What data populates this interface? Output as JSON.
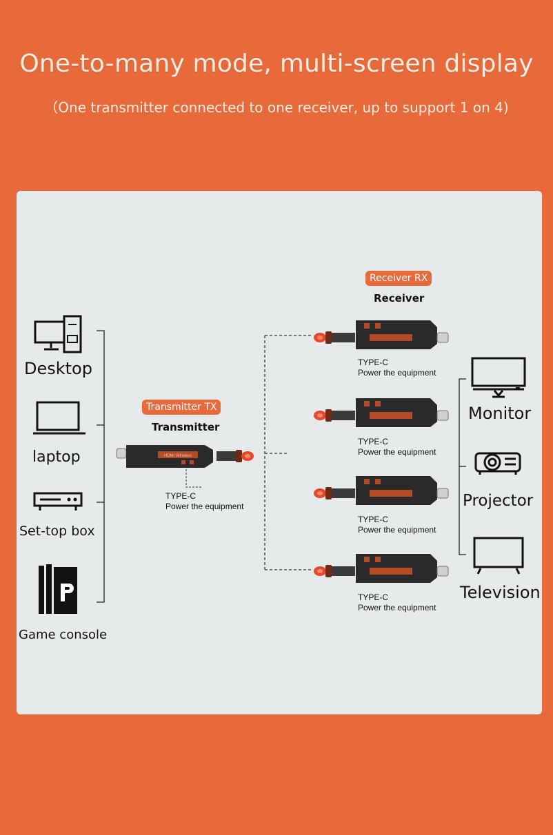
{
  "header": {
    "title": "One-to-many mode, multi-screen display",
    "subtitle": "（One transmitter connected to one receiver, up to support 1 on 4)"
  },
  "sources": [
    {
      "label": "Desktop",
      "icon": "desktop-icon"
    },
    {
      "label": "laptop",
      "icon": "laptop-icon"
    },
    {
      "label": "Set-top box",
      "icon": "set-top-box-icon"
    },
    {
      "label": "Game console",
      "icon": "game-console-icon"
    }
  ],
  "transmitter": {
    "tag": "Transmitter TX",
    "label": "Transmitter",
    "port": "TYPE-C",
    "power": "Power the equipment",
    "body_text": "HDMI Wireless"
  },
  "receiver": {
    "tag": "Receiver RX",
    "label": "Receiver",
    "units": [
      {
        "port": "TYPE-C",
        "power": "Power the equipment"
      },
      {
        "port": "TYPE-C",
        "power": "Power the equipment"
      },
      {
        "port": "TYPE-C",
        "power": "Power the equipment"
      },
      {
        "port": "TYPE-C",
        "power": "Power the equipment"
      }
    ]
  },
  "displays": [
    {
      "label": "Monitor",
      "icon": "monitor-icon"
    },
    {
      "label": "Projector",
      "icon": "projector-icon"
    },
    {
      "label": "Television",
      "icon": "television-icon"
    }
  ],
  "colors": {
    "background": "#e8693a",
    "panel": "#e6eaea",
    "accent": "#e8693a",
    "dongle_body": "#2a2a2a"
  }
}
